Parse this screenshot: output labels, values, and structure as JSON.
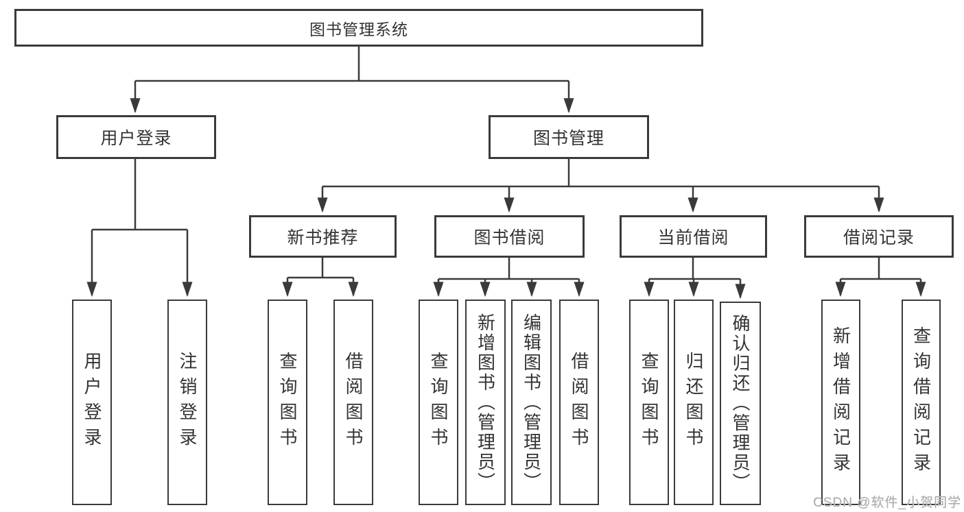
{
  "title": {
    "label": "图书管理系统"
  },
  "branches": {
    "login": {
      "label": "用户登录",
      "children": [
        {
          "label": "用户登录"
        },
        {
          "label": "注销登录"
        }
      ]
    },
    "books": {
      "label": "图书管理",
      "groups": [
        {
          "label": "新书推荐",
          "children": [
            {
              "label": "查询图书"
            },
            {
              "label": "借阅图书"
            }
          ]
        },
        {
          "label": "图书借阅",
          "children": [
            {
              "label": "查询图书"
            },
            {
              "label": "新增图书（管理员）"
            },
            {
              "label": "编辑图书（管理员）"
            },
            {
              "label": "借阅图书"
            }
          ]
        },
        {
          "label": "当前借阅",
          "children": [
            {
              "label": "查询图书"
            },
            {
              "label": "归还图书"
            },
            {
              "label": "确认归还（管理员）"
            }
          ]
        },
        {
          "label": "借阅记录",
          "children": [
            {
              "label": "新增借阅记录"
            },
            {
              "label": "查询借阅记录"
            }
          ]
        }
      ]
    }
  },
  "watermark": "CSDN @软件_小贺同学",
  "colors": {
    "line": "#3a3a3a",
    "text": "#333333",
    "watermark": "#aeaeae",
    "background": "#ffffff"
  }
}
